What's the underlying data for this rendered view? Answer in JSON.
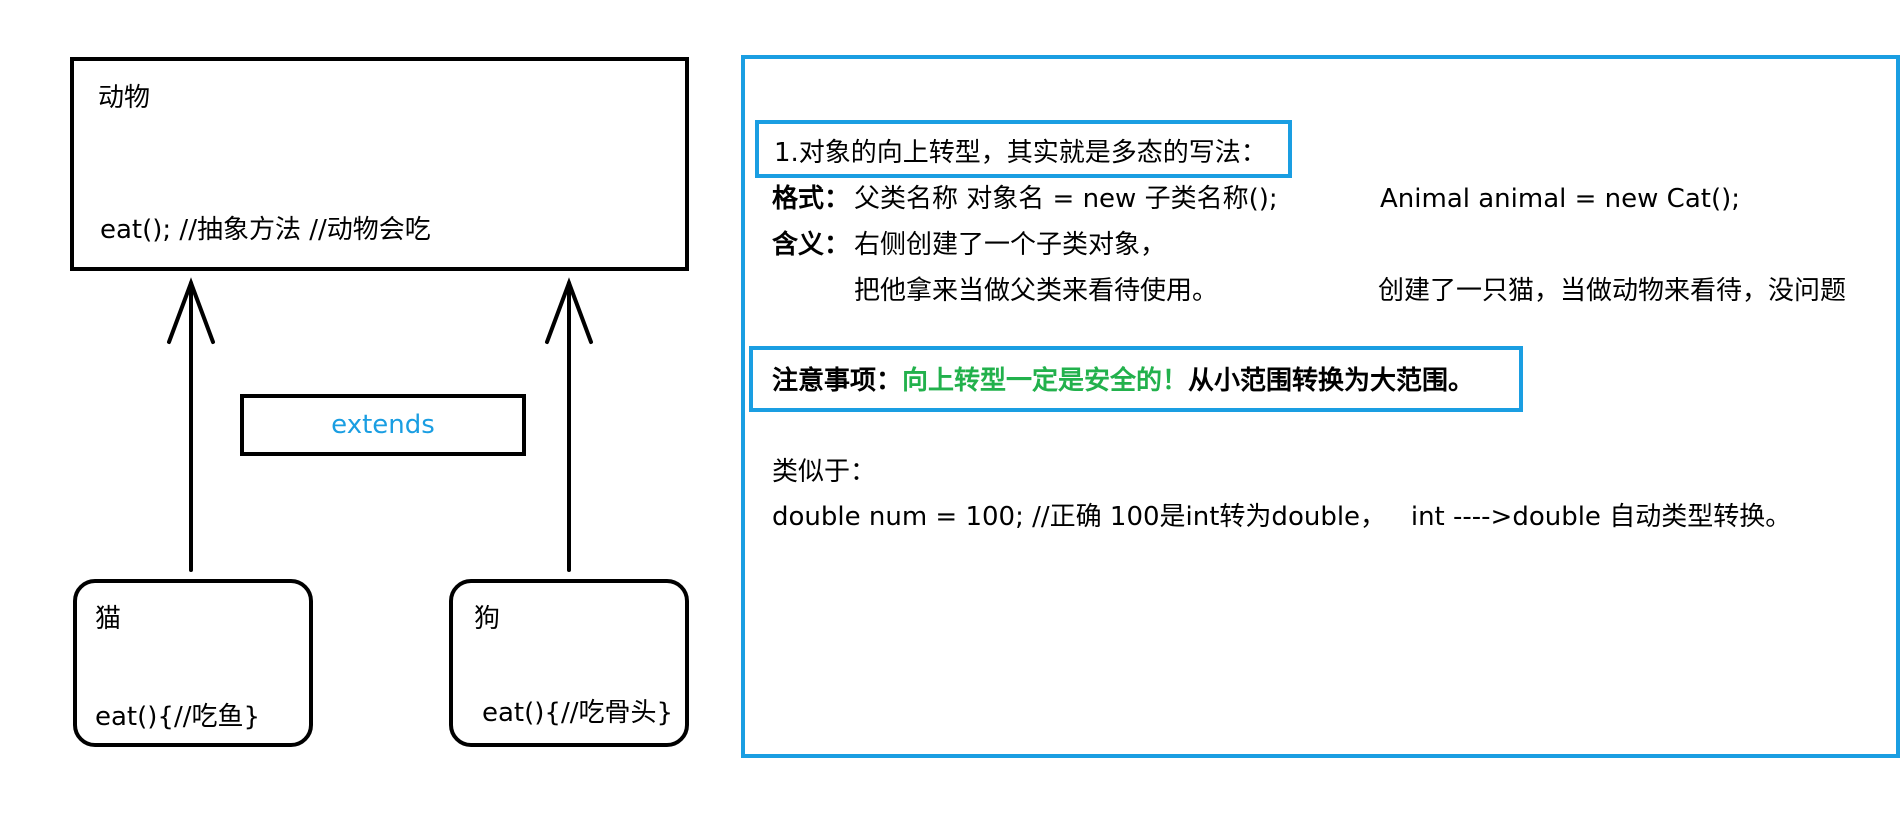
{
  "diagram": {
    "parent": {
      "name": "动物",
      "method": "eat(); //抽象方法 //动物会吃"
    },
    "relation_label": "extends",
    "children": [
      {
        "name": "猫",
        "method": "eat(){//吃鱼}"
      },
      {
        "name": "狗",
        "method": "eat(){//吃骨头}"
      }
    ]
  },
  "notes": {
    "heading": "1.对象的向上转型，其实就是多态的写法：",
    "format_label": "格式：",
    "format_text": "父类名称 对象名 = new 子类名称();",
    "format_example": "Animal animal = new Cat();",
    "meaning_label": "含义：",
    "meaning_line1": "右侧创建了一个子类对象，",
    "meaning_line2": "把他拿来当做父类来看待使用。",
    "meaning_example": "创建了一只猫，当做动物来看待，没问题",
    "caution_label": "注意事项：",
    "caution_green": "向上转型一定是安全的！",
    "caution_rest": "从小范围转换为大范围。",
    "similar_label": "类似于：",
    "similar_code": "double num = 100; //正确 100是int转为double，   int ---->double 自动类型转换。"
  },
  "colors": {
    "frame_blue": "#1a9ee2",
    "label_blue": "#1a9ee2",
    "highlight_green": "#22b14c",
    "line_black": "#000000"
  }
}
